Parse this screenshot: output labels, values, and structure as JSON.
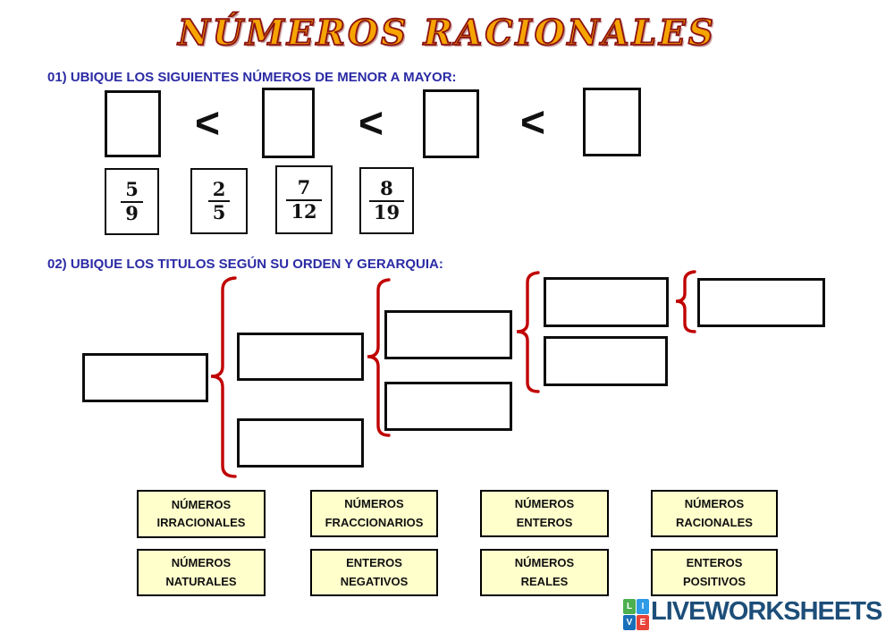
{
  "title": "NÚMEROS RACIONALES",
  "q1": {
    "heading": "01) UBIQUE LOS SIGUIENTES NÚMEROS DE MENOR A MAYOR:",
    "comparator": "<",
    "fractions": [
      {
        "numerator": "5",
        "denominator": "9"
      },
      {
        "numerator": "2",
        "denominator": "5"
      },
      {
        "numerator": "7",
        "denominator": "12"
      },
      {
        "numerator": "8",
        "denominator": "19"
      }
    ]
  },
  "q2": {
    "heading": "02) UBIQUE LOS TITULOS SEGÚN SU ORDEN Y GERARQUIA:"
  },
  "tiles": [
    {
      "line1": "NÚMEROS",
      "line2": "IRRACIONALES"
    },
    {
      "line1": "NÚMEROS",
      "line2": "FRACCIONARIOS"
    },
    {
      "line1": "NÚMEROS",
      "line2": "ENTEROS"
    },
    {
      "line1": "NÚMEROS",
      "line2": "RACIONALES"
    },
    {
      "line1": "NÚMEROS",
      "line2": "NATURALES"
    },
    {
      "line1": "ENTEROS",
      "line2": "NEGATIVOS"
    },
    {
      "line1": "NÚMEROS",
      "line2": "REALES"
    },
    {
      "line1": "ENTEROS",
      "line2": "POSITIVOS"
    }
  ],
  "footer": {
    "brand": "LIVEWORKSHEETS",
    "icon_letters": [
      "L",
      "I",
      "V",
      "E"
    ],
    "icon_colors": [
      "#4caf50",
      "#2e9be6",
      "#1a6fba",
      "#e84338"
    ]
  },
  "colors": {
    "heading_blue": "#2b2ba5",
    "brace_red": "#c00000",
    "tile_yellow": "#ffffcc",
    "title_fill": "#f5a400",
    "title_outline": "#8b1010",
    "brand_blue": "#1d4e79"
  }
}
